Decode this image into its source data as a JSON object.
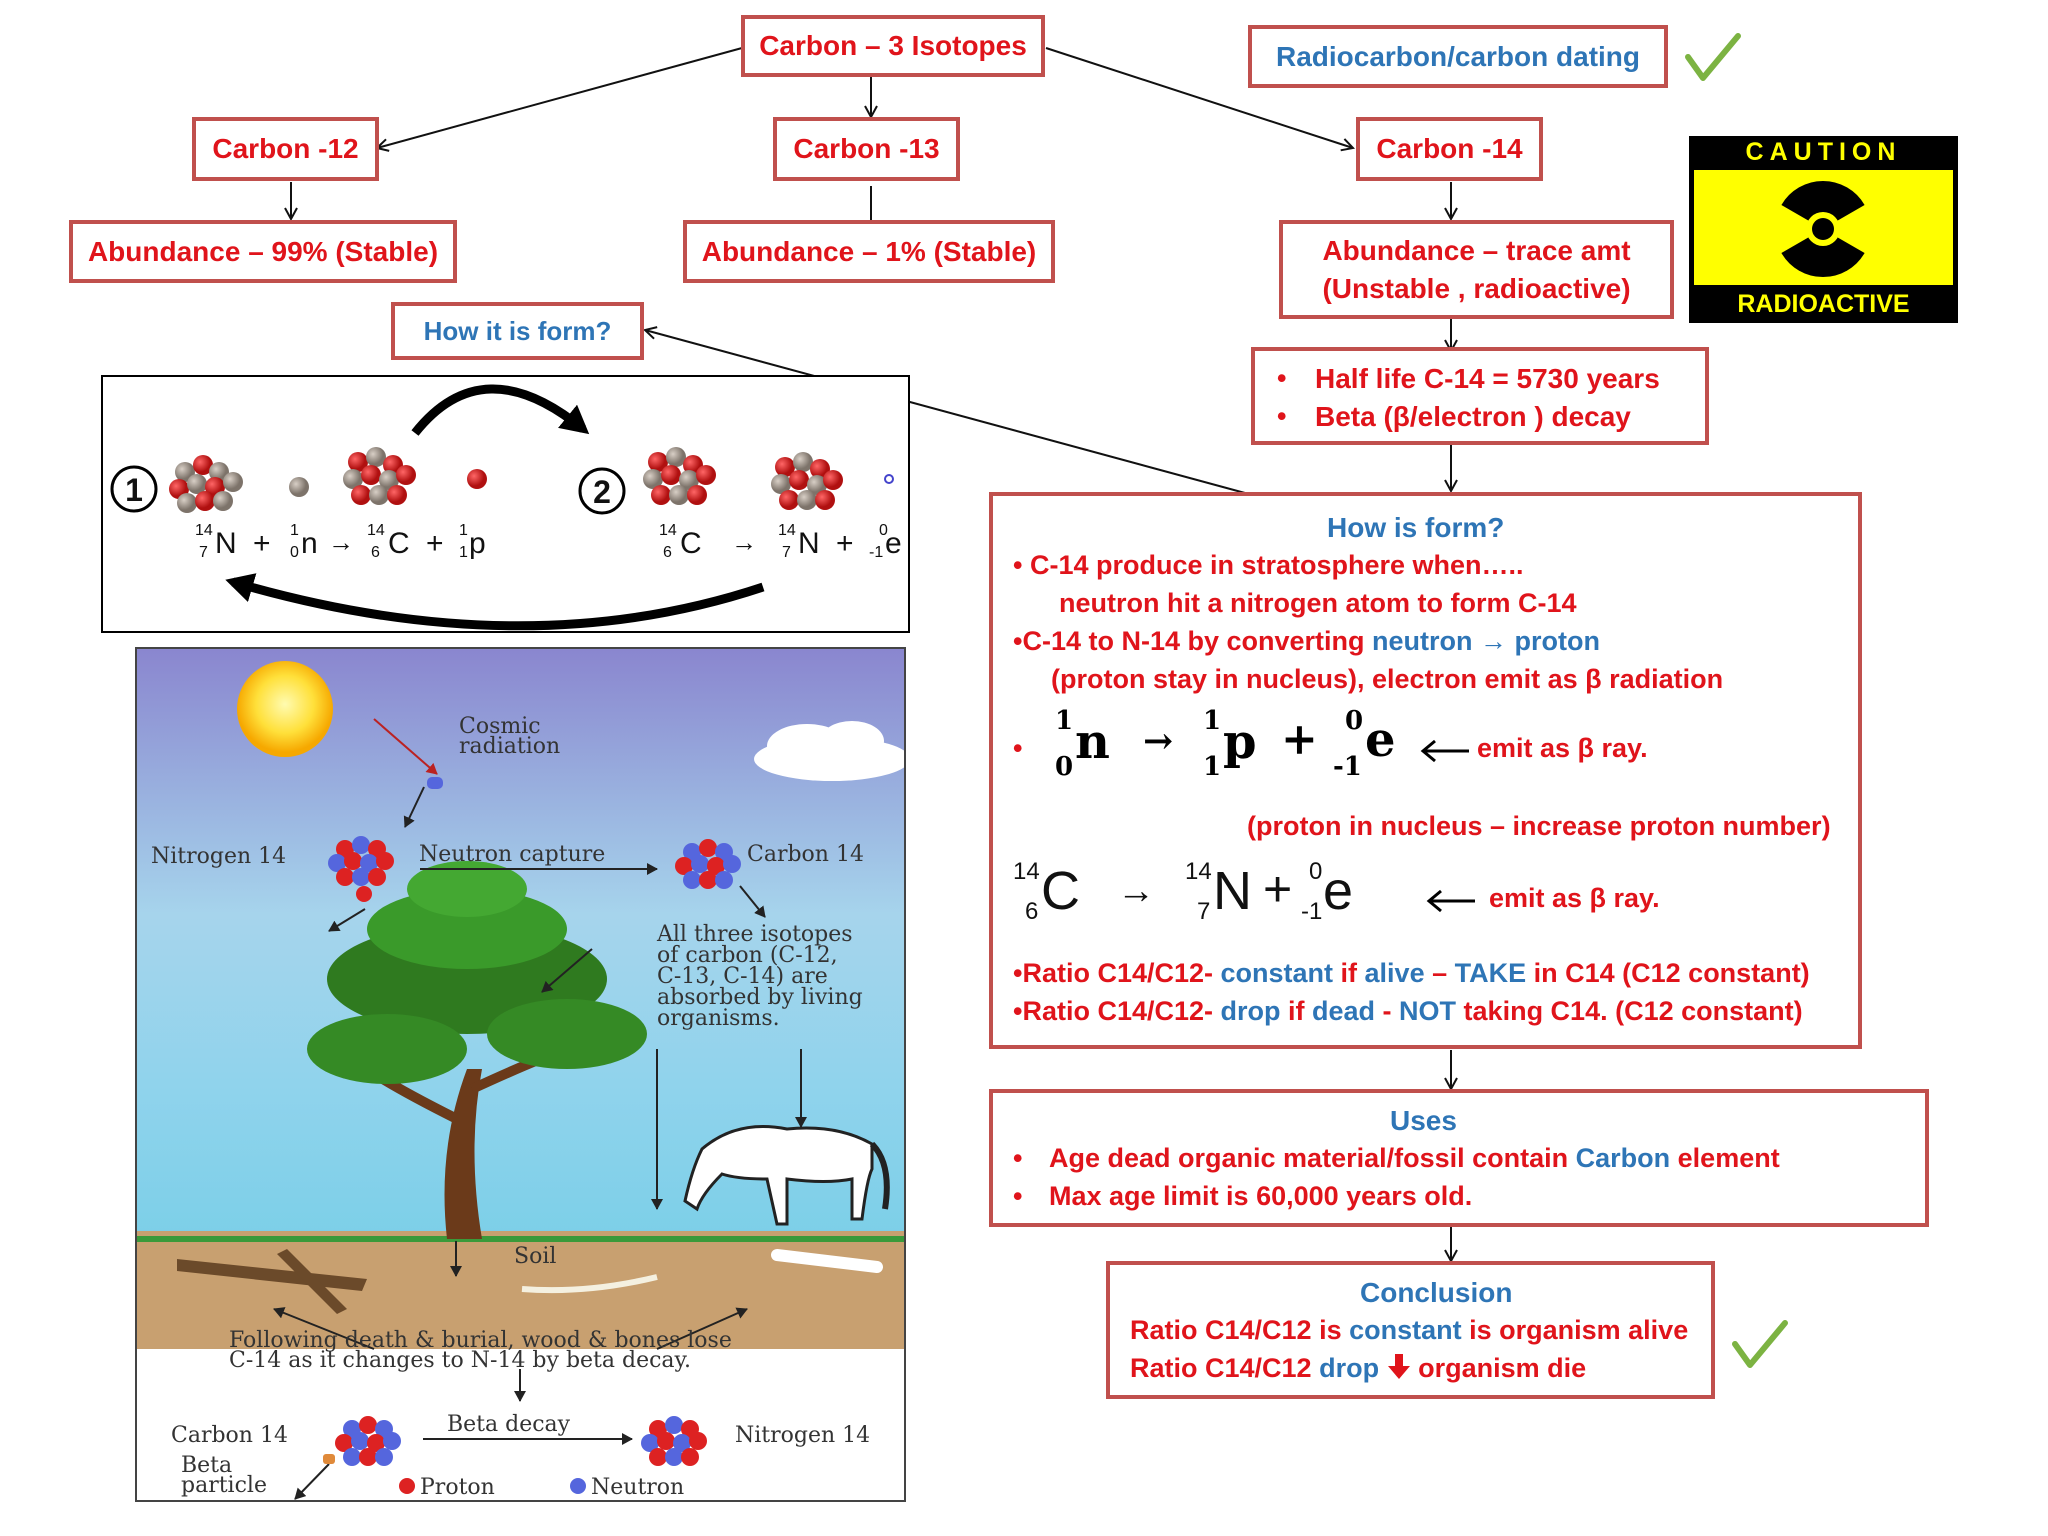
{
  "title": "Carbon – 3 Isotopes",
  "radiocarbon": "Radiocarbon/carbon dating",
  "isotopes": [
    {
      "name": "Carbon -12",
      "abundance": "Abundance – 99% (Stable)"
    },
    {
      "name": "Carbon -13",
      "abundance": "Abundance – 1% (Stable)"
    },
    {
      "name": "Carbon -14",
      "abundance_1": "Abundance – trace amt",
      "abundance_2": "(Unstable , radioactive)"
    }
  ],
  "caution": {
    "top": "CAUTION",
    "bottom": "RADIOACTIVE"
  },
  "half_life": {
    "line1": "Half life C-14 = 5730 years",
    "line2": "Beta (β/electron ) decay"
  },
  "how_form_q": "How it is form?",
  "reaction": {
    "num1": "1",
    "num2": "2",
    "eq1": {
      "n_mass": "14",
      "n_z": "7",
      "n_sym": "N",
      "plus": "+",
      "nu_mass": "1",
      "nu_z": "0",
      "nu_sym": "n",
      "arrow": "→",
      "c_mass": "14",
      "c_z": "6",
      "c_sym": "C",
      "p_mass": "1",
      "p_z": "1",
      "p_sym": "p"
    },
    "eq2": {
      "c_mass": "14",
      "c_z": "6",
      "c_sym": "C",
      "arrow": "→",
      "n_mass": "14",
      "n_z": "7",
      "n_sym": "N",
      "plus": "+",
      "e_mass": "0",
      "e_z": "-1",
      "e_sym": "e"
    }
  },
  "illustration": {
    "cosmic": [
      "Cosmic",
      "radiation"
    ],
    "nitrogen14": "Nitrogen 14",
    "neutron_capture": "Neutron capture",
    "carbon14": "Carbon 14",
    "absorbed": [
      "All three isotopes",
      "of carbon (C-12,",
      "C-13, C-14) are",
      "absorbed by living",
      "organisms."
    ],
    "soil": "Soil",
    "death": [
      "Following death & burial, wood & bones lose",
      "C-14 as it changes to N-14 by beta decay."
    ],
    "carbon14_b": "Carbon 14",
    "beta_decay": "Beta decay",
    "nitrogen14_b": "Nitrogen 14",
    "beta_particle": [
      "Beta",
      "particle"
    ],
    "proton": "Proton",
    "neutron": "Neutron"
  },
  "how_is_form": {
    "title": "How is form?",
    "b1a": "• C-14 produce in stratosphere when…..",
    "b1b": "neutron hit a nitrogen atom to form C-14",
    "b2a": "•C-14  to N-14 by converting ",
    "b2b": "neutron ",
    "b2c": "→",
    "b2d": " proton",
    "b3": "(proton stay in nucleus), electron emit as β radiation",
    "bullet": "•",
    "eq_n": {
      "top": "1",
      "bot": "0",
      "sym": "n"
    },
    "eq_arrow": "→",
    "eq_p": {
      "top": "1",
      "bot": "1",
      "sym": "p"
    },
    "eq_plus": "+",
    "eq_e": {
      "top": "0",
      "bot": "-1",
      "sym": "e"
    },
    "emit1": "emit as β ray.",
    "proton_note": "(proton in nucleus – increase proton number)",
    "eq2": {
      "c_top": "14",
      "c_bot": "6",
      "c_sym": "C",
      "arrow": "→",
      "n_top": "14",
      "n_bot": "7",
      "n_sym": "N",
      "plus": "+",
      "e_top": "0",
      "e_bot": "-1",
      "e_sym": "e"
    },
    "emit2": "emit as β ray.",
    "r1": [
      "•Ratio C14/C12- ",
      "constant ",
      "if ",
      "alive ",
      "– ",
      "TAKE ",
      "in C14 (C12 constant)"
    ],
    "r2": [
      "•Ratio C14/C12- ",
      "drop ",
      "if ",
      "dead ",
      "- ",
      "NOT ",
      "taking C14. (C12 constant)"
    ]
  },
  "uses": {
    "title": "Uses",
    "bullet": "•",
    "l1a": "Age dead organic material/fossil contain ",
    "l1b": "Carbon ",
    "l1c": "element",
    "l2": "Max age limit is 60,000 years old."
  },
  "conclusion": {
    "title": "Conclusion",
    "l1a": "Ratio C14/C12 is ",
    "l1b": "constant ",
    "l1c": "is organism alive",
    "l2a": "Ratio C14/C12 ",
    "l2b": "drop ",
    "l2c": " organism die"
  },
  "colors": {
    "border": "#c0504d",
    "red": "#e0141b",
    "blue": "#2e75b6",
    "caution_yellow": "#ffff00"
  }
}
